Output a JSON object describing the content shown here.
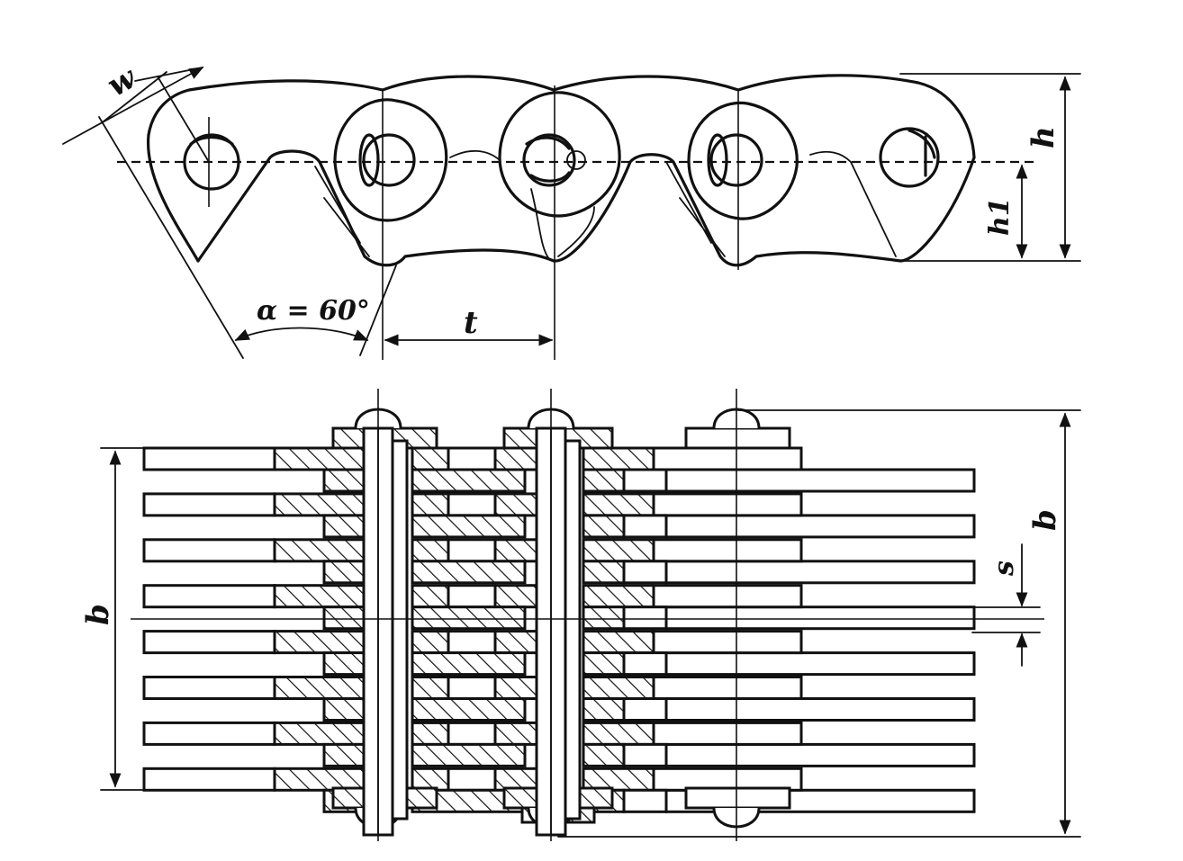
{
  "labels": {
    "w": "w",
    "h": "h",
    "h1": "h1",
    "alpha": "α = 60°",
    "t": "t",
    "b_left": "b",
    "b_right": "b",
    "s": "s"
  }
}
